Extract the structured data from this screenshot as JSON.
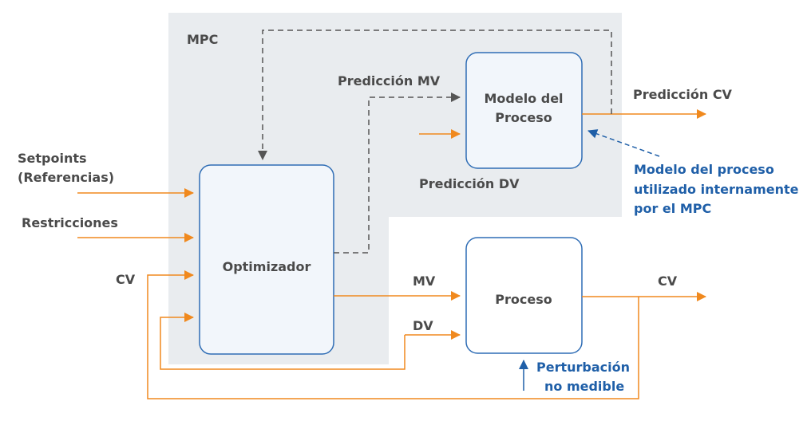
{
  "colors": {
    "region": "#e9ecef",
    "box_fill": "#f2f6fb",
    "box_stroke": "#2f6db5",
    "orange": "#f0891e",
    "gray_dash": "#555555",
    "blue": "#1f5fa8"
  },
  "region_label": "MPC",
  "boxes": {
    "optimizer": "Optimizador",
    "model_line1": "Modelo del",
    "model_line2": "Proceso",
    "process": "Proceso"
  },
  "inputs": {
    "setpoints_line1": "Setpoints",
    "setpoints_line2": "(Referencias)",
    "restrictions": "Restricciones",
    "cv_in": "CV"
  },
  "signals": {
    "prediction_mv": "Predicción MV",
    "prediction_dv": "Predicción DV",
    "prediction_cv": "Predicción CV",
    "mv": "MV",
    "dv": "DV",
    "cv_out": "CV"
  },
  "annotations": {
    "model_note_line1": "Modelo del proceso",
    "model_note_line2": "utilizado internamente",
    "model_note_line3": "por el MPC",
    "disturbance_line1": "Perturbación",
    "disturbance_line2": "no medible"
  }
}
